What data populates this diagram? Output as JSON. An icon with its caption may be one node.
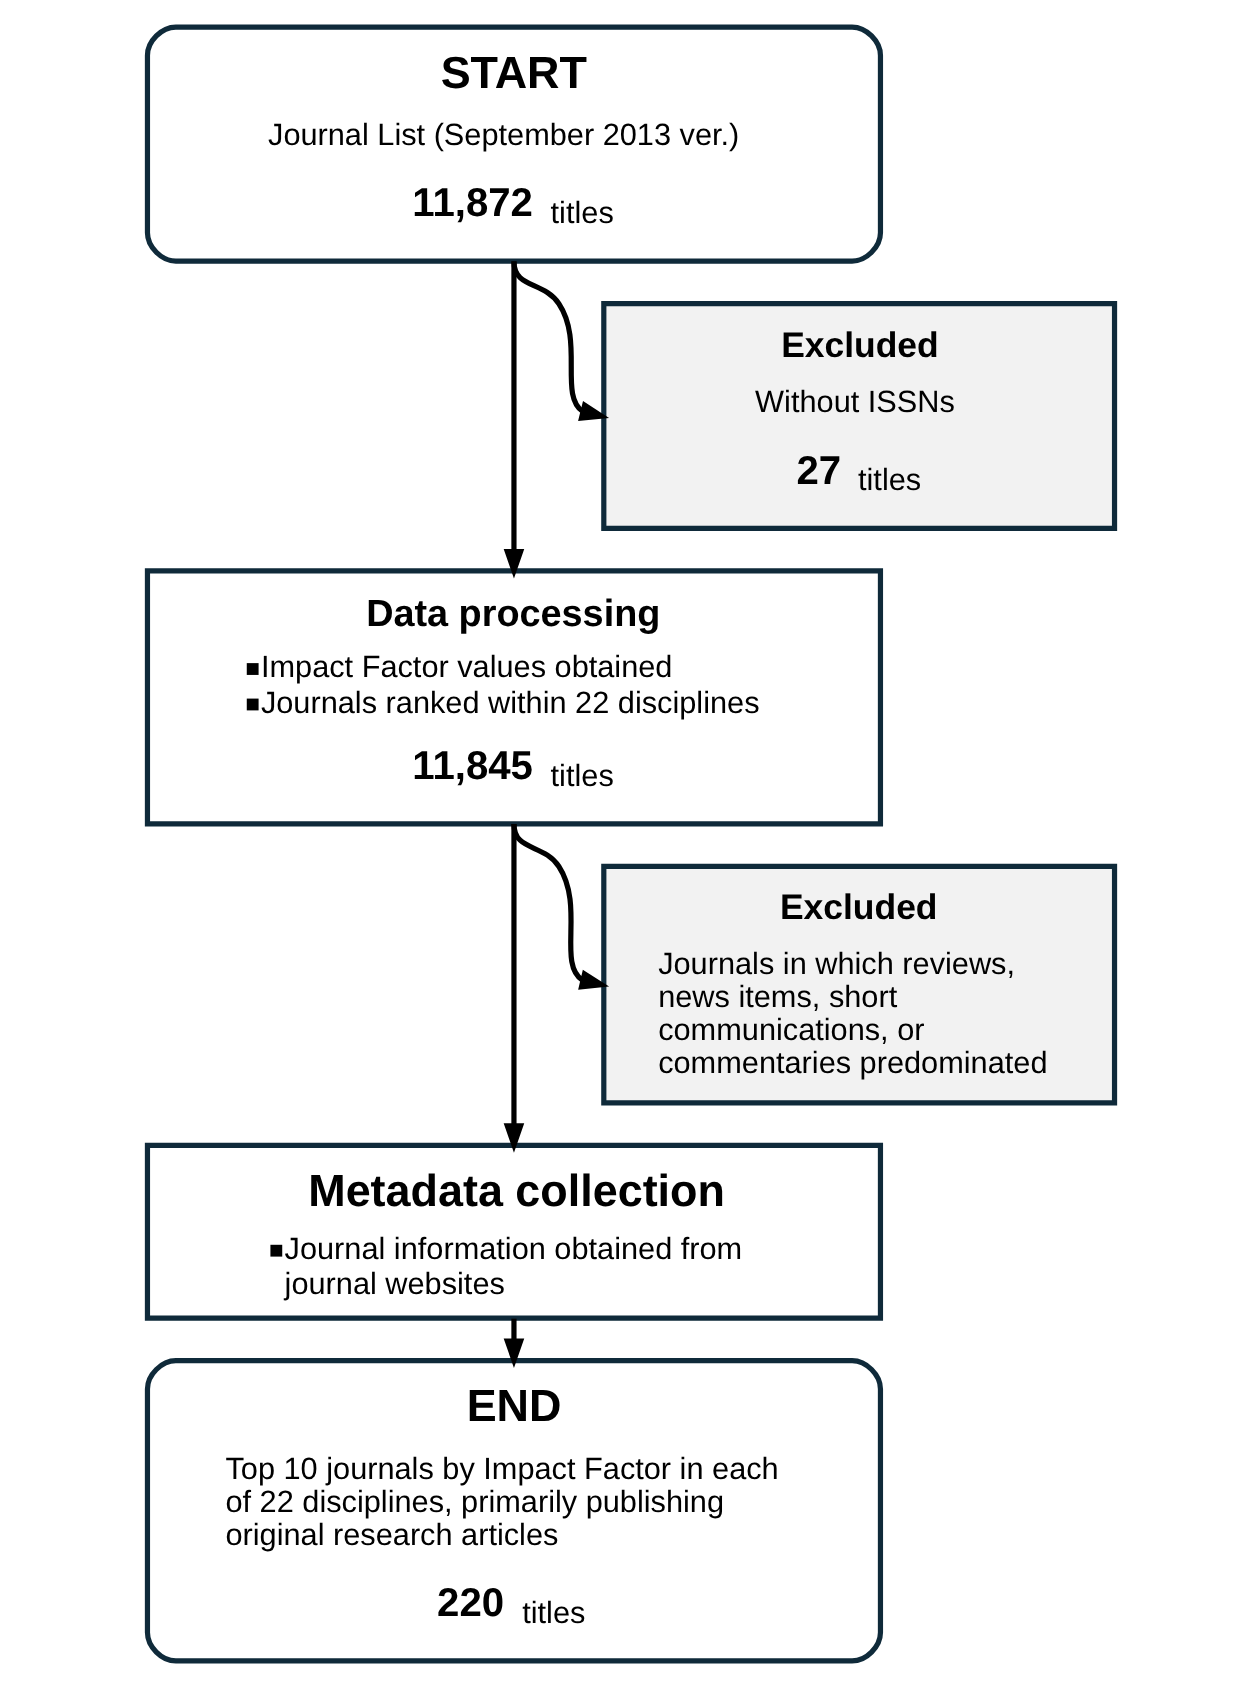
{
  "diagram": {
    "nodes": [
      {
        "text": [
          "START",
          "Journal List (September 2013 ver.)",
          "11,872 titles"
        ]
      },
      {
        "text": [
          "Excluded",
          "Without ISSNs",
          "27 titles"
        ]
      },
      {
        "text": [
          "Data processing",
          "Impact Factor values obtained",
          "Journals ranked within 22 disciplines",
          "11,845 titles"
        ]
      },
      {
        "text": [
          "Excluded",
          "Journals in which reviews, news items, short communications, or commentaries predominated"
        ]
      },
      {
        "text": [
          "Metadata collection",
          "Journal information obtained from journal websites"
        ]
      },
      {
        "text": [
          "END",
          "Top 10 journals by Impact Factor in each of 22 disciplines, primarily publishing original research articles",
          "220 titles"
        ]
      }
    ],
    "edges": [
      {
        "from": 0,
        "to": 2,
        "arrow": "to"
      },
      {
        "from": 0,
        "to": 1,
        "arrow": "to"
      },
      {
        "from": 2,
        "to": 4,
        "arrow": "to"
      },
      {
        "from": 2,
        "to": 3,
        "arrow": "to"
      },
      {
        "from": 4,
        "to": 5,
        "arrow": "to"
      }
    ]
  }
}
